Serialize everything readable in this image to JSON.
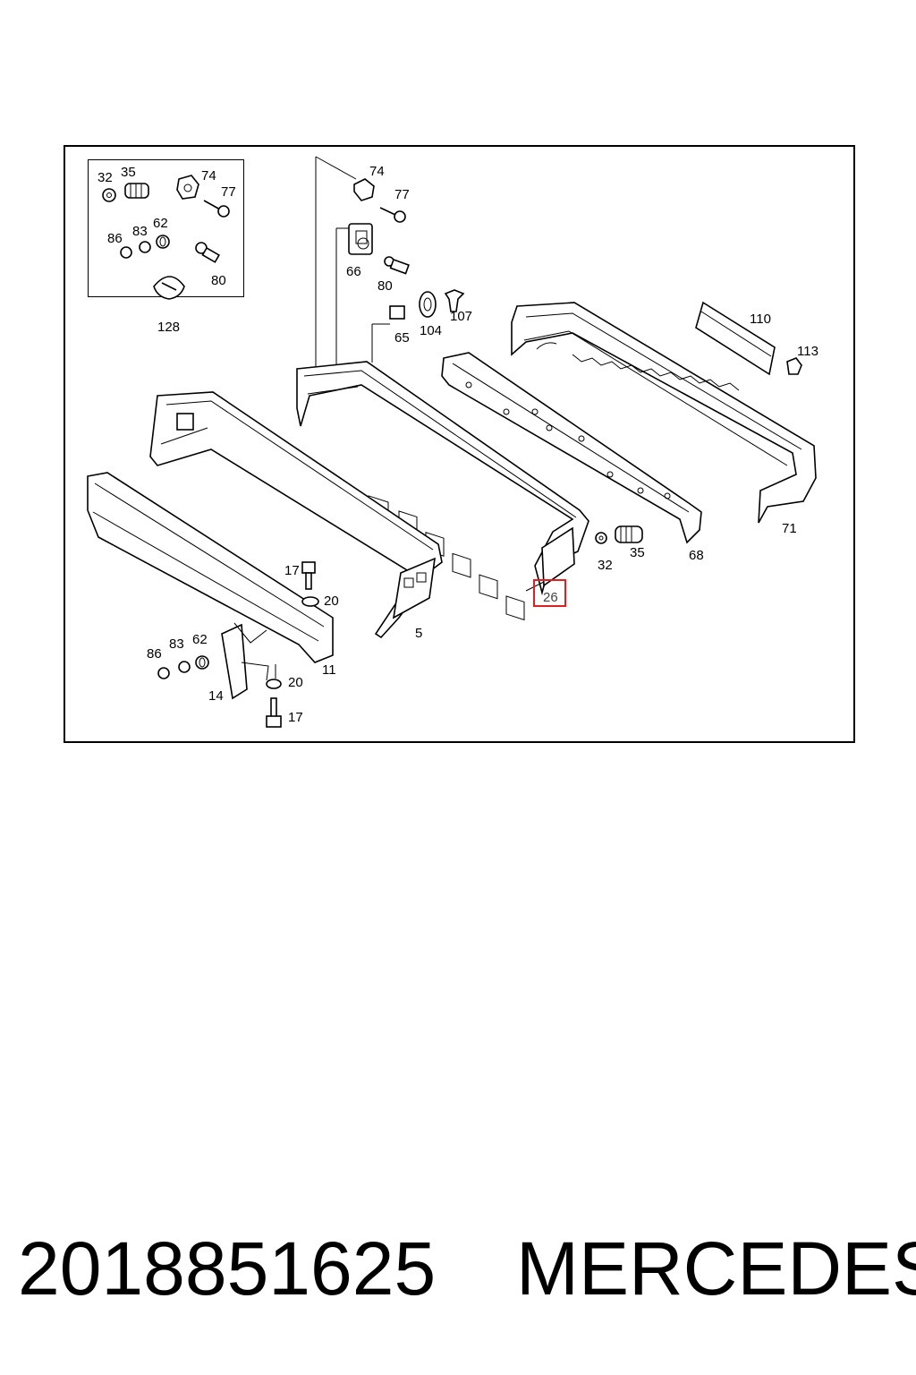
{
  "diagram": {
    "callouts": [
      {
        "id": "c32a",
        "text": "32"
      },
      {
        "id": "c35a",
        "text": "35"
      },
      {
        "id": "c74a",
        "text": "74"
      },
      {
        "id": "c77a",
        "text": "77"
      },
      {
        "id": "c86a",
        "text": "86"
      },
      {
        "id": "c83a",
        "text": "83"
      },
      {
        "id": "c62a",
        "text": "62"
      },
      {
        "id": "c80a",
        "text": "80"
      },
      {
        "id": "c128",
        "text": "128"
      },
      {
        "id": "c74b",
        "text": "74"
      },
      {
        "id": "c77b",
        "text": "77"
      },
      {
        "id": "c66",
        "text": "66"
      },
      {
        "id": "c80b",
        "text": "80"
      },
      {
        "id": "c107",
        "text": "107"
      },
      {
        "id": "c104",
        "text": "104"
      },
      {
        "id": "c65",
        "text": "65"
      },
      {
        "id": "c110",
        "text": "110"
      },
      {
        "id": "c113",
        "text": "113"
      },
      {
        "id": "c71",
        "text": "71"
      },
      {
        "id": "c68",
        "text": "68"
      },
      {
        "id": "c32b",
        "text": "32"
      },
      {
        "id": "c35b",
        "text": "35"
      },
      {
        "id": "c26",
        "text": "26"
      },
      {
        "id": "c5",
        "text": "5"
      },
      {
        "id": "c17a",
        "text": "17"
      },
      {
        "id": "c20a",
        "text": "20"
      },
      {
        "id": "c11",
        "text": "11"
      },
      {
        "id": "c86b",
        "text": "86"
      },
      {
        "id": "c83b",
        "text": "83"
      },
      {
        "id": "c62b",
        "text": "62"
      },
      {
        "id": "c14",
        "text": "14"
      },
      {
        "id": "c20b",
        "text": "20"
      },
      {
        "id": "c17b",
        "text": "17"
      }
    ],
    "highlighted_callout": "26",
    "highlight_color": "#e02020"
  },
  "caption": {
    "part_number": "2018851625",
    "brand": "MERCEDES"
  }
}
